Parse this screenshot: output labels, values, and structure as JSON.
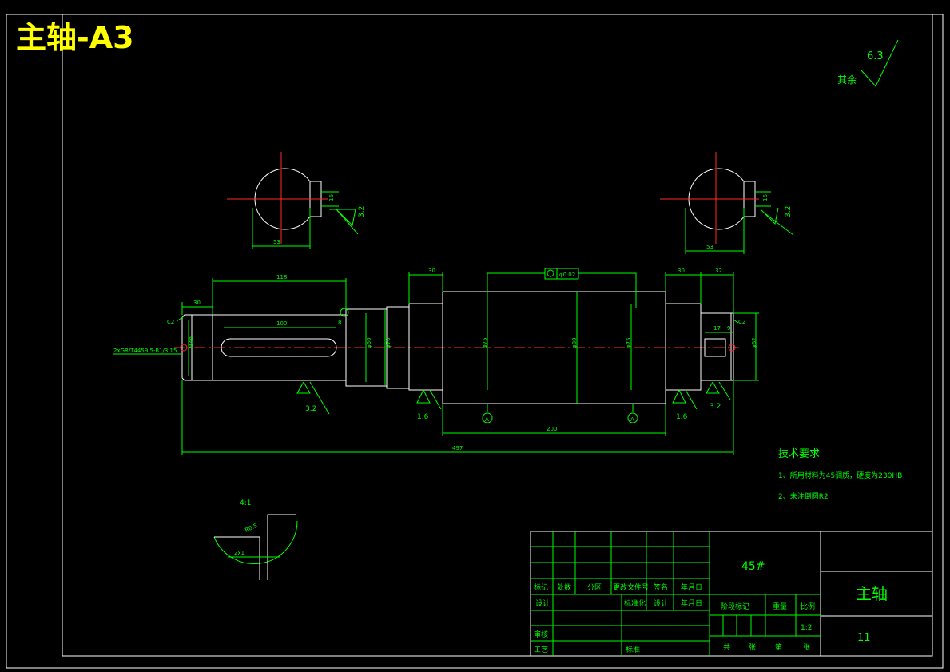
{
  "drawing": {
    "title": "主轴-A3",
    "roughness_default": {
      "label": "其余",
      "value": "6.3"
    }
  },
  "dimensions": {
    "d30_left": "30",
    "d118": "118",
    "d100": "100",
    "d8": "8",
    "d30_a": "30",
    "d30_b": "30",
    "d32": "32",
    "d17": "17",
    "d9": "9",
    "d200": "200",
    "d497": "497",
    "c2_left": "C2",
    "c2_right": "C2",
    "m40": "M40",
    "phi60": "φ60",
    "phi70": "φ70",
    "phi75_left": "φ75",
    "phi80": "φ80",
    "phi75_right": "φ75",
    "phi62": "φ62",
    "tol_coax": "φ0.02",
    "section_left_width": "53",
    "section_right_width": "53",
    "section_left_key": "16",
    "section_right_key": "16",
    "center_hole": "2xGB/T4459.5-B1/3.15"
  },
  "roughness": {
    "section_left": "3.2",
    "section_right": "3.2",
    "shaft_1": "3.2",
    "shaft_2": "1.6",
    "shaft_3": "1.6",
    "shaft_4": "3.2"
  },
  "datum": {
    "a_left": "A",
    "a_right": "A"
  },
  "detail": {
    "scale": "4:1",
    "radius": "R0.5",
    "groove": "2x1"
  },
  "tech_requirements": {
    "title": "技术要求",
    "items": [
      "1、所用材料为45调质，硬度为230HB",
      "2、未注倒圆R2"
    ]
  },
  "title_block": {
    "material": "45#",
    "part_name": "主轴",
    "drawing_no": "11",
    "scale": "1:2",
    "row_labels": [
      "标记",
      "处数",
      "分区",
      "更改文件号",
      "签名",
      "年月日"
    ],
    "row2_labels": [
      "设计",
      "标准化",
      "设计",
      "年月日"
    ],
    "stage_label": "阶段标记",
    "weight_label": "重量",
    "scale_label": "比例",
    "check_label": "审核",
    "process_label": "工艺",
    "approve_label": "标准",
    "sheets_total": "共",
    "sheets_word1": "张",
    "sheets_nth": "第",
    "sheets_word2": "张"
  }
}
